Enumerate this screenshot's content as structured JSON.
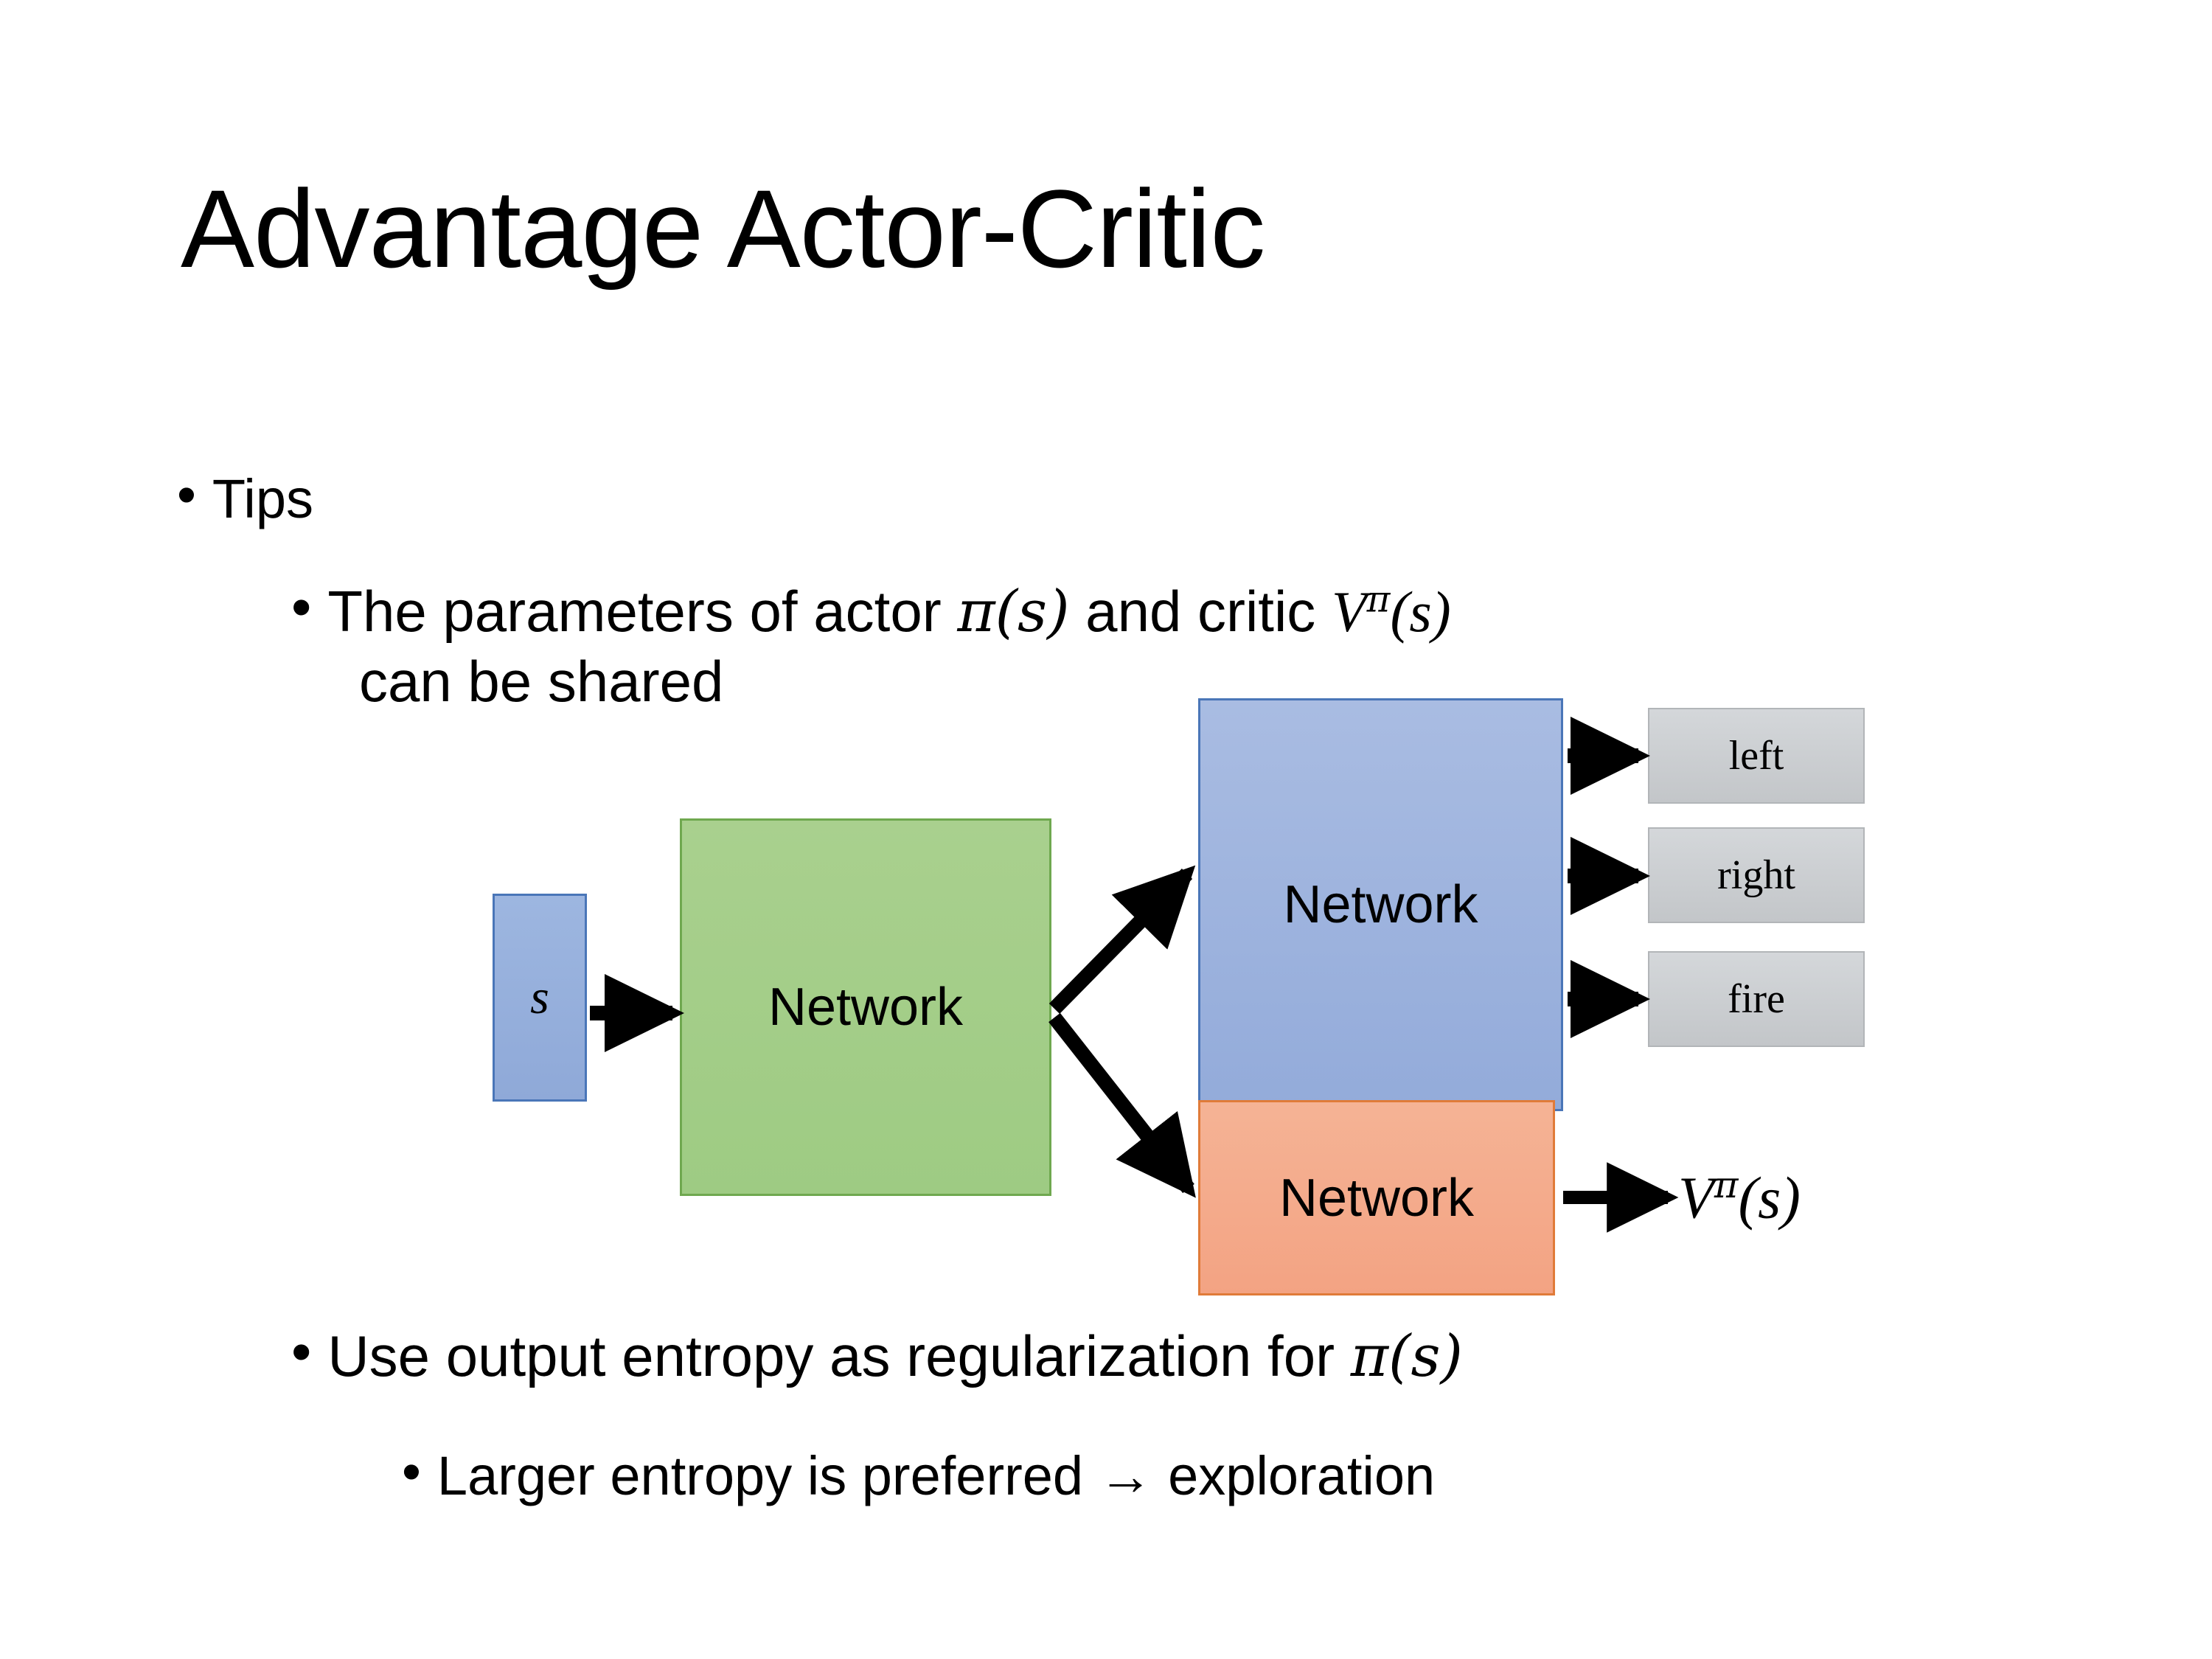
{
  "slide": {
    "title": "Advantage Actor-Critic",
    "background_color": "#FFFFFF"
  },
  "bullets": {
    "tips": {
      "marker": "•",
      "text": "Tips"
    },
    "parameters": {
      "marker": "•",
      "line1_prefix": "The parameters of actor ",
      "actor_symbol": "π(s)",
      "line1_middle": "  and critic ",
      "critic_symbol_base": "V",
      "critic_symbol_sup": "π",
      "critic_symbol_arg": "(s)",
      "line2": "can be shared"
    },
    "entropy": {
      "marker": "•",
      "text_prefix": "Use output entropy as regularization for ",
      "policy_symbol": "π(s)"
    },
    "larger_entropy": {
      "marker": "•",
      "text": "Larger entropy is preferred → exploration"
    }
  },
  "diagram": {
    "state_box": {
      "label": "s",
      "fill": "#93ACDA",
      "stroke": "#4A76B8"
    },
    "shared_network_box": {
      "label": "Network",
      "fill": "#A9D08E",
      "stroke": "#6FA84F"
    },
    "actor_network_box": {
      "label": "Network",
      "fill": "#9CB3DE",
      "stroke": "#4A76B8"
    },
    "critic_network_box": {
      "label": "Network",
      "fill": "#F4AB8C",
      "stroke": "#E07B39"
    },
    "action_outputs": [
      {
        "label": "left",
        "fill": "#CBCED1",
        "stroke": "#B2B5B8"
      },
      {
        "label": "right",
        "fill": "#CBCED1",
        "stroke": "#B2B5B8"
      },
      {
        "label": "fire",
        "fill": "#CBCED1",
        "stroke": "#B2B5B8"
      }
    ],
    "critic_output": {
      "base": "V",
      "superscript": "π",
      "argument": "(s)"
    },
    "arrow_color": "#000000"
  }
}
